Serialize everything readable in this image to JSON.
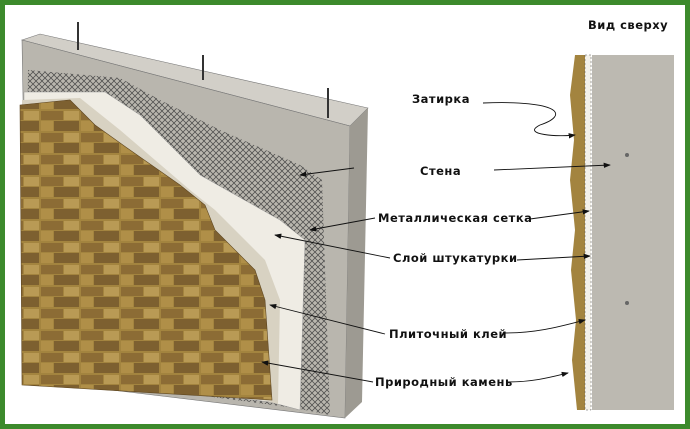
{
  "title_top_view": "Вид сверху",
  "labels": {
    "grout": "Затирка",
    "wall": "Стена",
    "metal_mesh": "Металлическая сетка",
    "plaster_layer": "Слой штукатурки",
    "tile_adhesive": "Плиточный клей",
    "natural_stone": "Природный камень"
  },
  "colors": {
    "border": "#3c8a2c",
    "concrete": "#b9b6ae",
    "stone": "#9a7a3e",
    "plaster": "#efece4"
  }
}
